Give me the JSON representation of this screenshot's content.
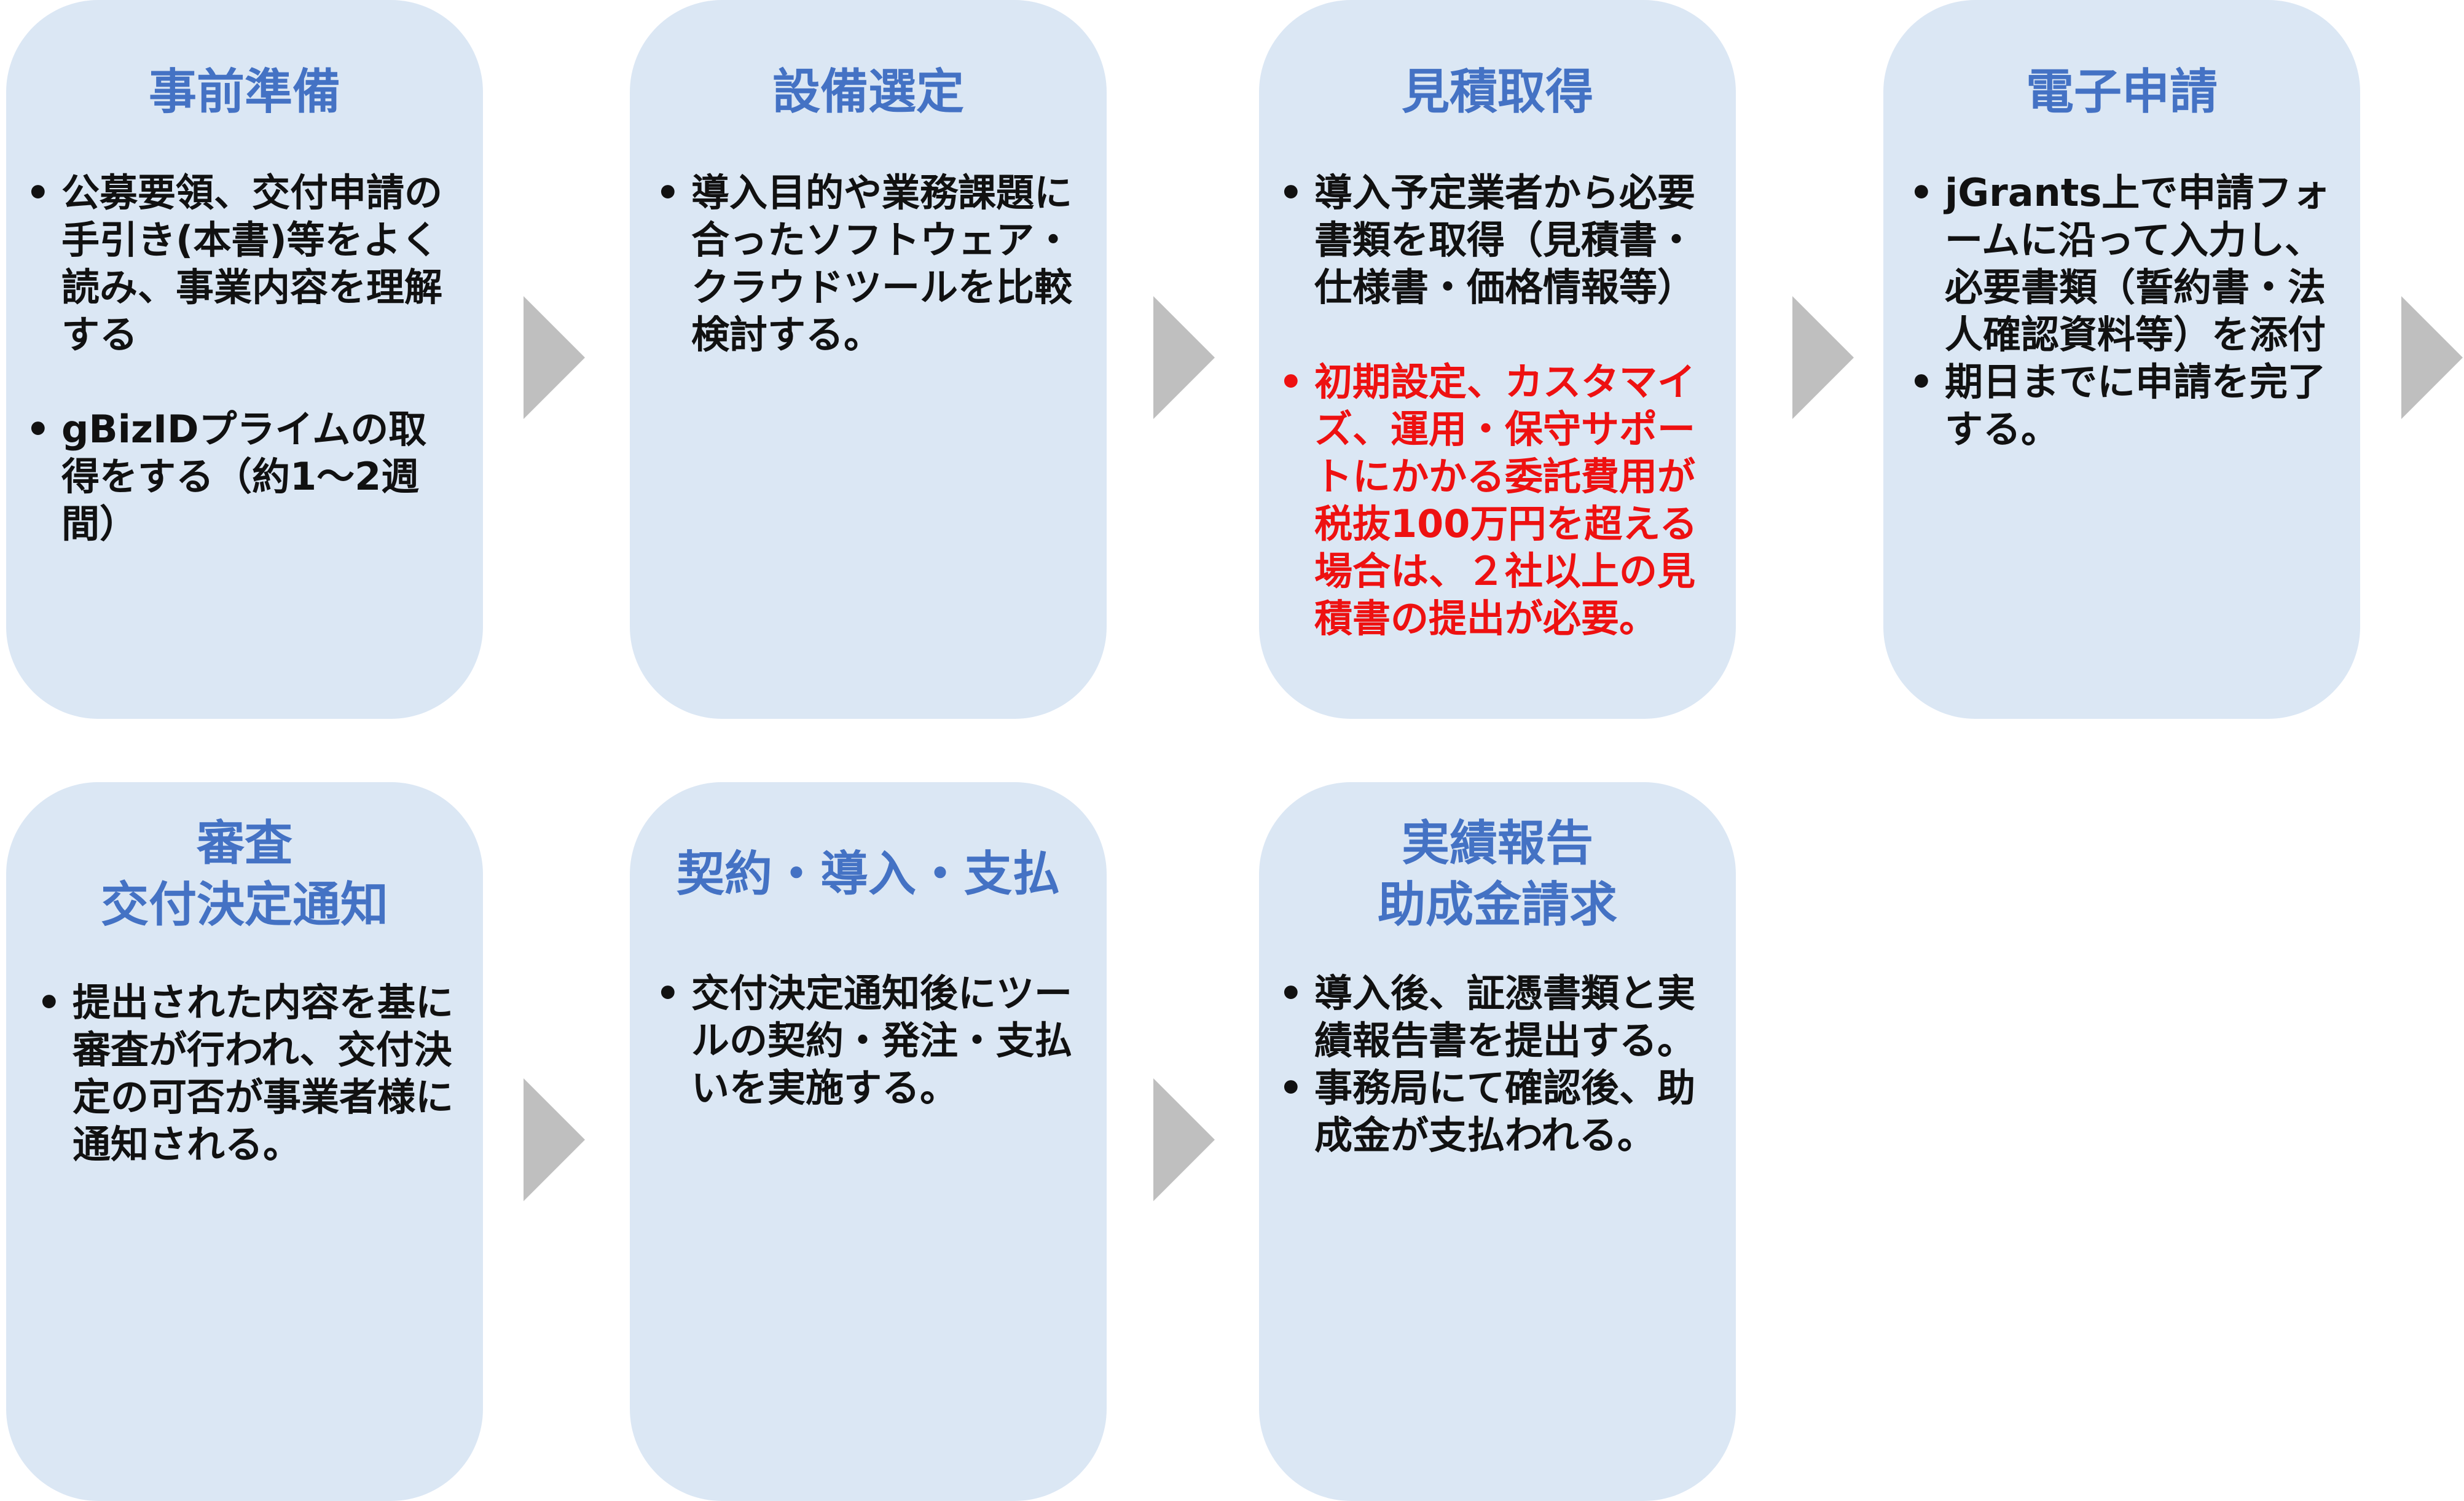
{
  "colors": {
    "card_fill": "#dbe7f4",
    "title": "#4472c4",
    "body_text": "#111111",
    "emphasis_text": "#ee1111",
    "arrow": "#bfbfbf"
  },
  "steps": [
    {
      "title": "事前準備",
      "bullets": [
        "公募要領、交付申請の手引き(本書)等をよく読み、事業内容を理解する",
        "gBizIDプライムの取得をする（約1〜2週間）"
      ]
    },
    {
      "title": "設備選定",
      "bullets": [
        "導入目的や業務課題に合ったソフトウェア・クラウドツールを比較検討する。"
      ]
    },
    {
      "title": "見積取得",
      "bullets": [
        "導入予定業者から必要書類を取得（見積書・仕様書・価格情報等）",
        "初期設定、カスタマイズ、運用・保守サポートにかかる委託費用が税抜100万円を超える場合は、２社以上の見積書の提出が必要。"
      ]
    },
    {
      "title": "電子申請",
      "bullets": [
        "jGrants上で申請フォームに沿って入力し、必要書類（誓約書・法人確認資料等）を添付",
        "期日までに申請を完了する。"
      ]
    },
    {
      "title": "審査\n交付決定通知",
      "bullets": [
        "提出された内容を基に審査が行われ、交付決定の可否が事業者様に通知される。"
      ]
    },
    {
      "title": "契約・導入・支払",
      "bullets": [
        "交付決定通知後にツールの契約・発注・支払いを実施する。"
      ]
    },
    {
      "title": "実績報告\n助成金請求",
      "bullets": [
        "導入後、証憑書類と実績報告書を提出する。",
        "事務局にて確認後、助成金が支払われる。"
      ]
    }
  ]
}
